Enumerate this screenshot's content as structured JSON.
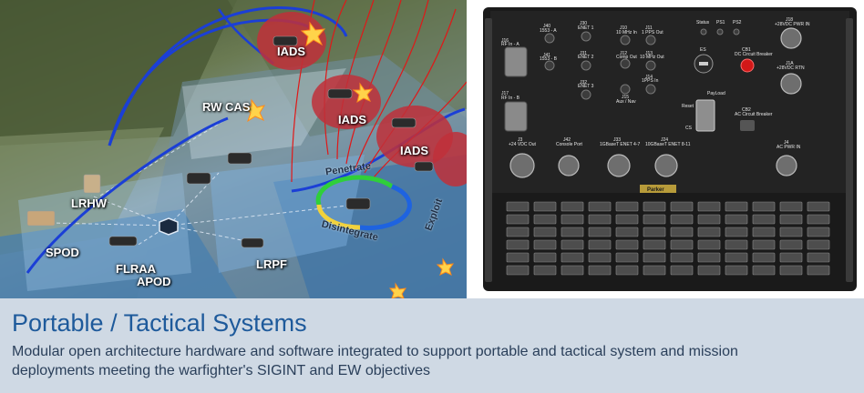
{
  "map": {
    "labels": {
      "iads": "IADS",
      "rw_cas": "RW CAS",
      "lrhw": "LRHW",
      "spod": "SPOD",
      "flraa": "FLRAA",
      "apod": "APOD",
      "lrpf": "LRPF",
      "penetrate": "Penetrate",
      "disintegrate": "Disintegrate",
      "exploit": "Exploit"
    },
    "colors": {
      "arc_blue": "#1b3fd6",
      "arc_red": "#e01818",
      "dome_red": "#c0303a",
      "cycle_green": "#2fcf3a",
      "cycle_blue": "#1e63e0"
    }
  },
  "hardware": {
    "labels": {
      "j16": "J16",
      "j16_sub": "RF In - A",
      "j17": "J17",
      "j17_sub": "RF In - B",
      "j40": "J40",
      "j40_sub": "1553 - A",
      "j41": "J41",
      "j41_sub": "1553 - B",
      "j30": "J30",
      "j30_sub": "ENET 1",
      "j31": "J31",
      "j31_sub": "ENET 2",
      "j32": "J32",
      "j32_sub": "ENET 3",
      "j10": "J10",
      "j10_sub": "10 MHz In",
      "j11": "J11",
      "j11_sub": "1 PPS Out",
      "j12": "J12",
      "j12_sub": "Comp Out",
      "j13": "J13",
      "j13_sub": "10 MHz Out",
      "j14": "J14",
      "j14_sub": "1PPS In",
      "j15": "J15",
      "j15_sub": "Aux / Nav",
      "status": "Status",
      "ps1": "PS1",
      "ps2": "PS2",
      "es": "ES",
      "payload": "PayLoad",
      "reset": "Reset",
      "cs": "CS",
      "cb1": "CB1",
      "cb1_sub": "DC Circuit Breaker",
      "cb2": "CB2",
      "cb2_sub": "AC Circuit Breaker",
      "j18": "J18",
      "j18_sub": "+28VDC PWR IN",
      "j1a": "J1A",
      "j1a_sub": "+28VDC RTN",
      "j4": "J4",
      "j4_sub": "AC PWR IN",
      "j3": "J3",
      "j3_sub": "+24 VDC Out",
      "j42": "J42",
      "j42_sub": "Console Port",
      "j33": "J33",
      "j33_sub": "1GBaseT ENET 4-7",
      "j24": "J24",
      "j24_sub": "10GBaseT ENET 8-11",
      "brand": "Parker"
    },
    "colors": {
      "chassis": "#1a1a1a",
      "panel": "#232323",
      "breaker": "#d21818"
    }
  },
  "caption": {
    "title": "Portable / Tactical Systems",
    "body": "Modular open architecture hardware and software integrated to support portable and tactical system and mission deployments meeting the warfighter's SIGINT and EW objectives",
    "colors": {
      "background": "#cfd9e4",
      "title": "#1e5a9b",
      "body": "#2a3f5a"
    }
  }
}
